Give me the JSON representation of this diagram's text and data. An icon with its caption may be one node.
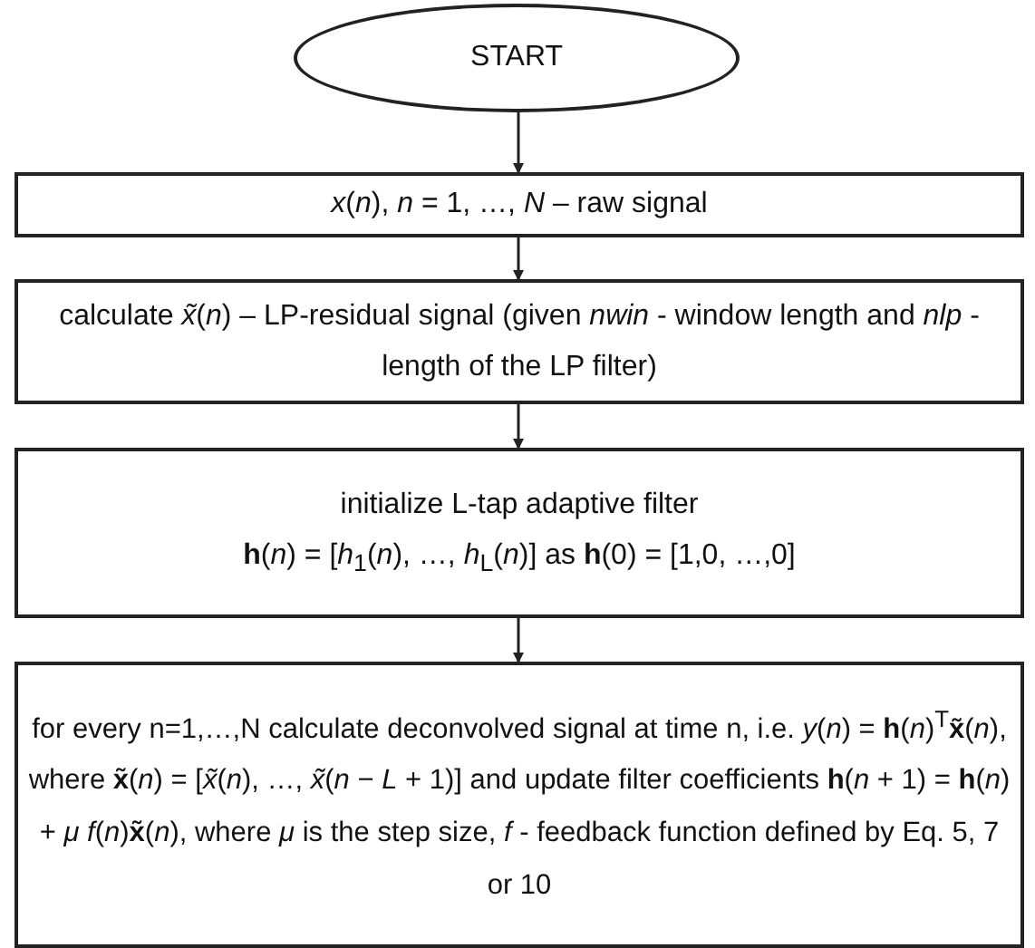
{
  "diagram": {
    "nodes": [
      {
        "text": [
          "START"
        ]
      },
      {
        "text": [
          "*x*(*n*), *n* = 1, …, *N* – raw signal"
        ]
      },
      {
        "text": [
          "calculate *x̃*(*n*) – LP-residual signal (given *nwin* - window length and *nlp* - length of the LP filter)"
        ]
      },
      {
        "text": [
          "initialize L-tap adaptive filter",
          "**h**(*n*) = [*h*$_{1}$(*n*), …, *h*$_{L}$(*n*)] as **h**(0) = [1,0, …,0]"
        ]
      },
      {
        "text": [
          "for every n=1,…,N calculate deconvolved signal at time n, i.e. *y*(*n*) = **h**(*n*)$^{T}$**x̃**(*n*), where **x̃**(*n*) = [*x̃*(*n*), …, *x̃*(*n* − *L* + 1)] and update filter coefficients **h**(*n* + 1) = **h**(*n*) + *μ f*(*n*)**x̃**(*n*), where *μ* is the step size, *f* - feedback function defined by Eq. 5, 7 or 10"
        ]
      }
    ],
    "edges": [
      {
        "from": 0,
        "to": 1,
        "arrow": "to"
      },
      {
        "from": 1,
        "to": 2,
        "arrow": "to"
      },
      {
        "from": 2,
        "to": 3,
        "arrow": "to"
      },
      {
        "from": 3,
        "to": 4,
        "arrow": "to"
      }
    ]
  }
}
